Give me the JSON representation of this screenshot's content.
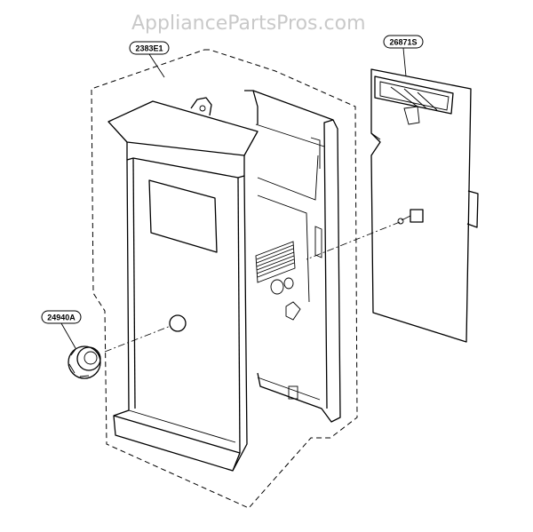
{
  "watermark": "AppliancePartsPros.com",
  "parts": {
    "control_panel": "2383E1",
    "pcb_assembly": "26871S",
    "knob": "24940A"
  }
}
